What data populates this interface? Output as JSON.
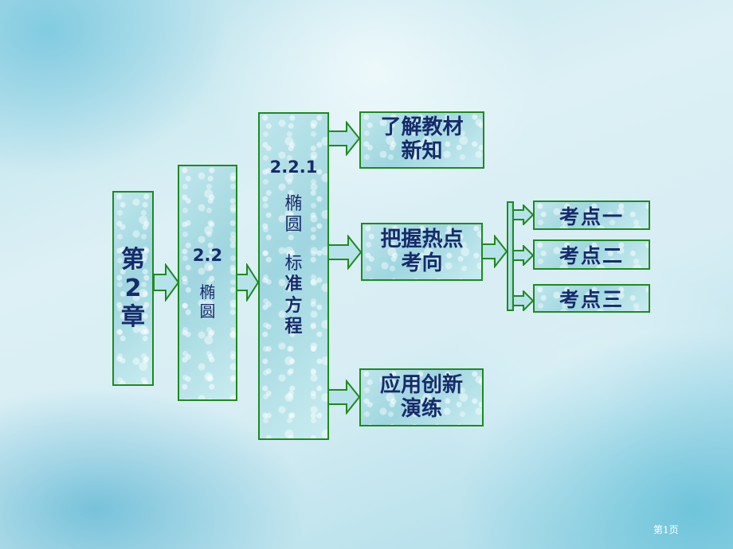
{
  "slide": {
    "page_number": "第1页"
  },
  "diagram": {
    "chapter": {
      "chars": [
        "第",
        "2",
        "章"
      ]
    },
    "section": {
      "number": "2.2",
      "chars": [
        "椭",
        "圆"
      ]
    },
    "subsection": {
      "number": "2.2.1",
      "group1": [
        "椭",
        "圆"
      ],
      "group2": [
        "标",
        "准",
        "方",
        "程"
      ]
    },
    "branches": [
      {
        "line1": "了解教材",
        "line2": "新知"
      },
      {
        "line1": "把握热点",
        "line2": "考向"
      },
      {
        "line1": "应用创新",
        "line2": "演练"
      }
    ],
    "exam_points": [
      "考点一",
      "考点二",
      "考点三"
    ]
  },
  "colors": {
    "border": "#1e8a1e",
    "text": "#172a6b",
    "box_fill": "#a9dce4",
    "background": "#cdebf2"
  }
}
